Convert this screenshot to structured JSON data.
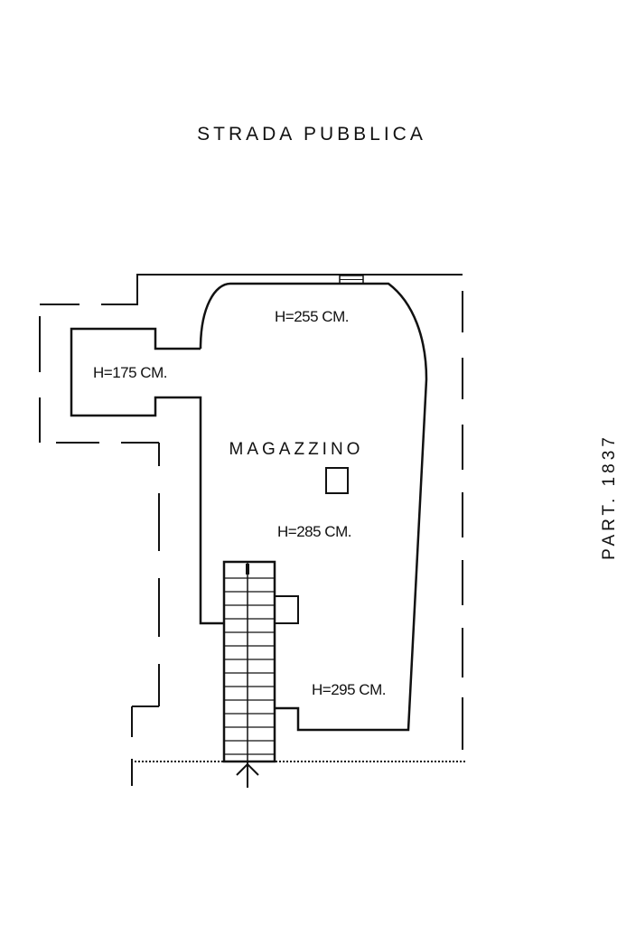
{
  "street_label": "STRADA PUBBLICA",
  "parcel_label": "PART. 1837",
  "room_name": "MAGAZZINO",
  "heights": {
    "top": "H=255 CM.",
    "alcove": "H=175 CM.",
    "center": "H=285 CM.",
    "bottom": "H=295 CM."
  }
}
